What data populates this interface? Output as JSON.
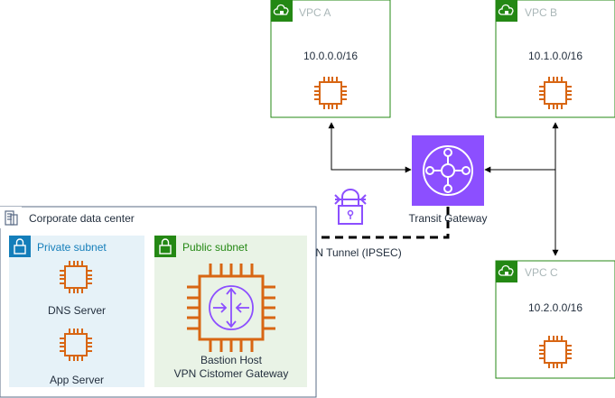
{
  "colors": {
    "vpc_green": "#248814",
    "vpc_title_gray": "#aab7b8",
    "chip_orange": "#d86613",
    "transit_purple": "#8c4fff",
    "corp_border": "#5a6b86",
    "private_fill": "#e6f2f8",
    "private_blue": "#147eba",
    "public_fill": "#e9f3e6",
    "public_green": "#248814",
    "line_black": "#000000"
  },
  "vpc_a": {
    "title": "VPC A",
    "cidr": "10.0.0.0/16",
    "icon": "cloud-lock-icon"
  },
  "vpc_b": {
    "title": "VPC B",
    "cidr": "10.1.0.0/16",
    "icon": "cloud-lock-icon"
  },
  "vpc_c": {
    "title": "VPC C",
    "cidr": "10.2.0.0/16",
    "icon": "cloud-lock-icon"
  },
  "transit_gateway": {
    "label": "Transit Gateway",
    "icon": "transit-gateway-icon"
  },
  "vpn_tunnel": {
    "label": "VPN Tunnel (IPSEC)",
    "icon": "padlock-icon"
  },
  "corporate": {
    "title": "Corporate data center",
    "icon": "building-icon",
    "private_subnet": {
      "title": "Private subnet",
      "dns_server": "DNS Server",
      "app_server": "App Server"
    },
    "public_subnet": {
      "title": "Public subnet",
      "bastion_line1": "Bastion Host",
      "bastion_line2": "VPN Cistomer Gateway"
    }
  }
}
